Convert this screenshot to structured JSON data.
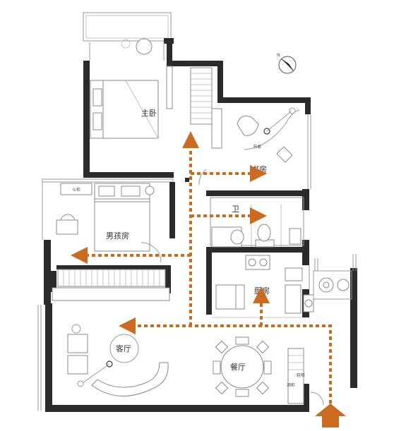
{
  "colors": {
    "wall": "#2b2b2b",
    "route": "#cc6a1f",
    "furniture_line": "#8a8a8a"
  },
  "rooms": {
    "master_bedroom": "主卧",
    "study": "书房",
    "study_desk": "书桌",
    "boys_room": "男孩房",
    "wardrobe": "斗柜",
    "bathroom": "卫",
    "kitchen": "厨房",
    "living_room": "客厅",
    "dining_room": "餐厅",
    "shoe_cabinet": "鞋柜",
    "entry_cabinet": "酒柜"
  },
  "compass": {
    "north_label": "N"
  }
}
